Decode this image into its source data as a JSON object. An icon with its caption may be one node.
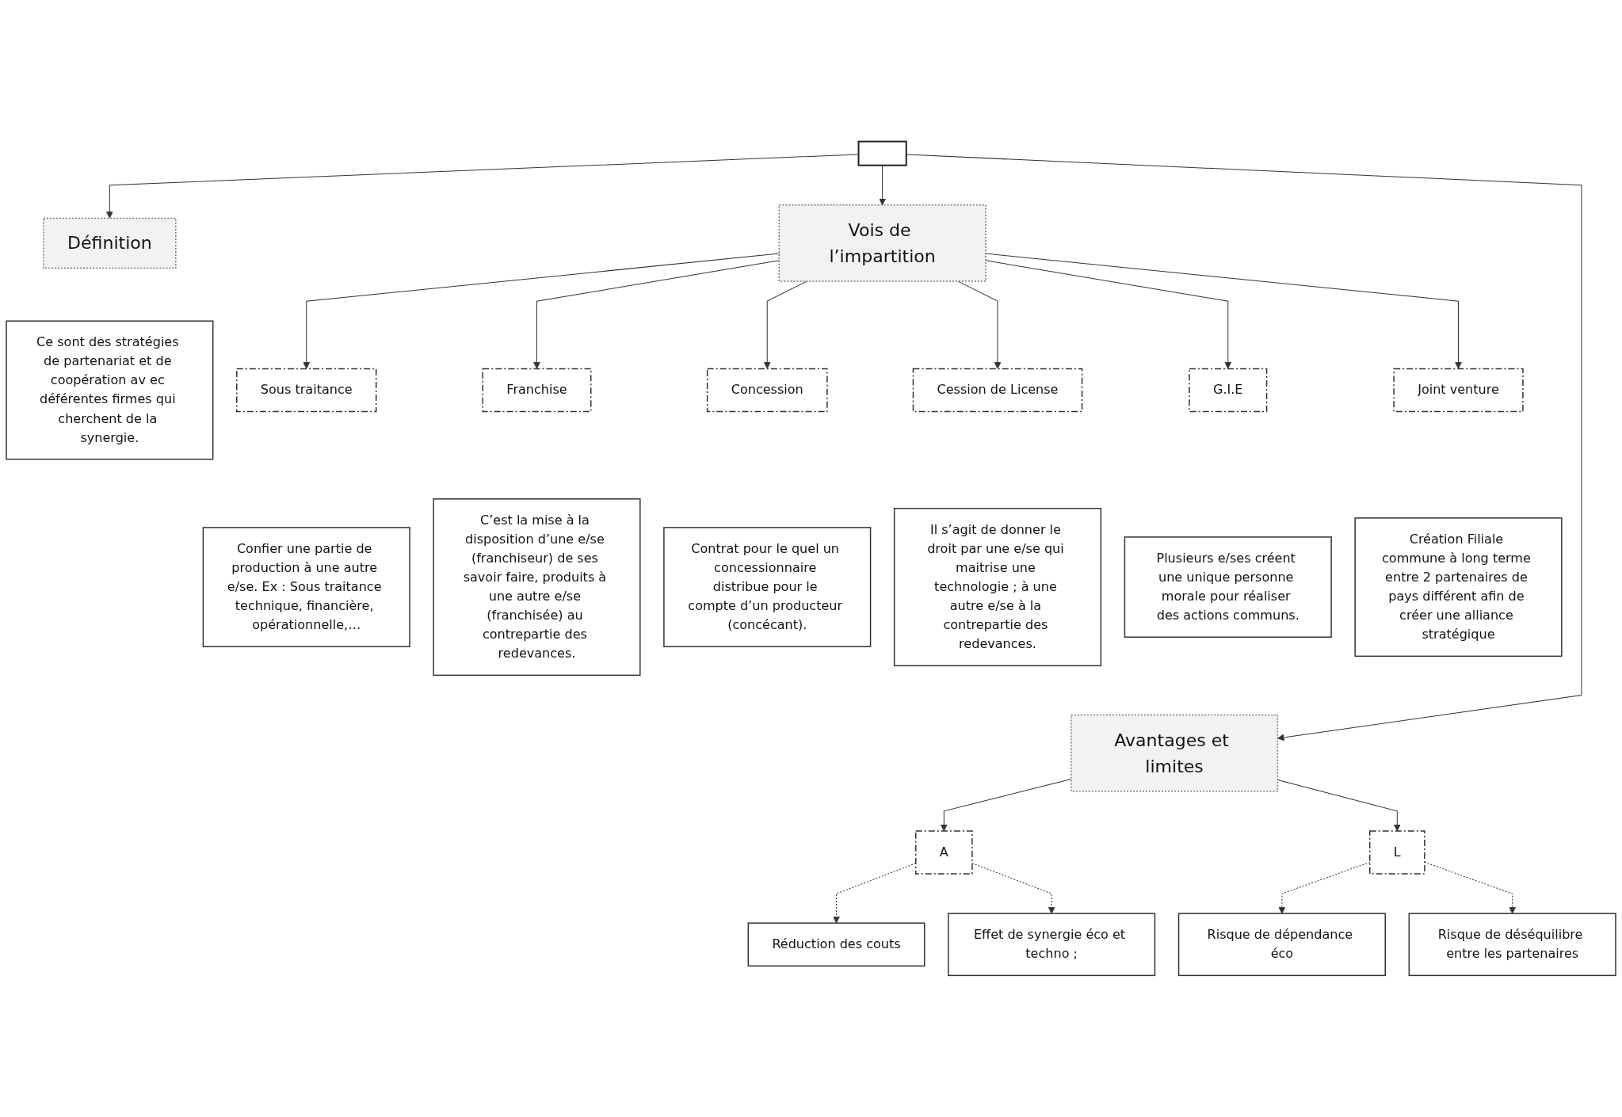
{
  "diagram": {
    "nodes": [
      {
        "text": [],
        "shape": "box"
      },
      {
        "text": [
          "Définition"
        ]
      },
      {
        "text": [
          "Ce sont des stratégies de partenariat et de coopération av ec déférentes firmes qui cherchent de la synergie."
        ]
      },
      {
        "text": [
          "Vois de l’impartition"
        ]
      },
      {
        "text": [
          "Sous traitance"
        ]
      },
      {
        "text": [
          "Franchise"
        ]
      },
      {
        "text": [
          "Concession"
        ]
      },
      {
        "text": [
          "Cession de License"
        ]
      },
      {
        "text": [
          "G.I.E"
        ]
      },
      {
        "text": [
          "Joint venture"
        ]
      },
      {
        "text": [
          "Confier une partie de production à une autre e/se. Ex : Sous traitance technique, financière, opérationnelle,…"
        ]
      },
      {
        "text": [
          "C’est la mise à la disposition d’une e/se (franchiseur) de ses savoir faire, produits à une autre e/se (franchisée) au contrepartie des redevances."
        ]
      },
      {
        "text": [
          "Contrat pour le quel un concessionnaire distribue pour le compte d’un producteur (concécant)."
        ]
      },
      {
        "text": [
          "Il s’agit de donner le droit par une e/se qui maitrise une technologie ; à une autre e/se à la contrepartie des redevances."
        ]
      },
      {
        "text": [
          "Plusieurs e/ses créent une unique personne morale pour réaliser des actions communs."
        ]
      },
      {
        "text": [
          "Création Filiale commune à long terme entre 2 partenaires de pays différent afin de créer une alliance stratégique"
        ]
      },
      {
        "text": [
          "Avantages et limites"
        ]
      },
      {
        "text": [
          "A"
        ]
      },
      {
        "text": [
          "L"
        ]
      },
      {
        "text": [
          "Réduction des couts"
        ]
      },
      {
        "text": [
          "Effet de synergie éco et techno ;"
        ]
      },
      {
        "text": [
          "Risque de dépendance éco"
        ]
      },
      {
        "text": [
          "Risque de déséquilibre entre les partenaires"
        ]
      }
    ],
    "edges": [
      {
        "from": 0,
        "to": 1,
        "arrow": "to"
      },
      {
        "from": 0,
        "to": 3,
        "arrow": "to"
      },
      {
        "from": 0,
        "to": 16,
        "arrow": "to"
      },
      {
        "from": 3,
        "to": 4,
        "arrow": "to"
      },
      {
        "from": 3,
        "to": 5,
        "arrow": "to"
      },
      {
        "from": 3,
        "to": 6,
        "arrow": "to"
      },
      {
        "from": 3,
        "to": 7,
        "arrow": "to"
      },
      {
        "from": 3,
        "to": 8,
        "arrow": "to"
      },
      {
        "from": 3,
        "to": 9,
        "arrow": "to"
      },
      {
        "from": 16,
        "to": 17,
        "arrow": "to"
      },
      {
        "from": 16,
        "to": 18,
        "arrow": "to"
      },
      {
        "from": 17,
        "to": 19,
        "arrow": "to",
        "style": "dashed"
      },
      {
        "from": 17,
        "to": 20,
        "arrow": "to",
        "style": "dashed"
      },
      {
        "from": 18,
        "to": 21,
        "arrow": "to",
        "style": "dashed"
      },
      {
        "from": 18,
        "to": 22,
        "arrow": "to",
        "style": "dashed"
      }
    ]
  }
}
